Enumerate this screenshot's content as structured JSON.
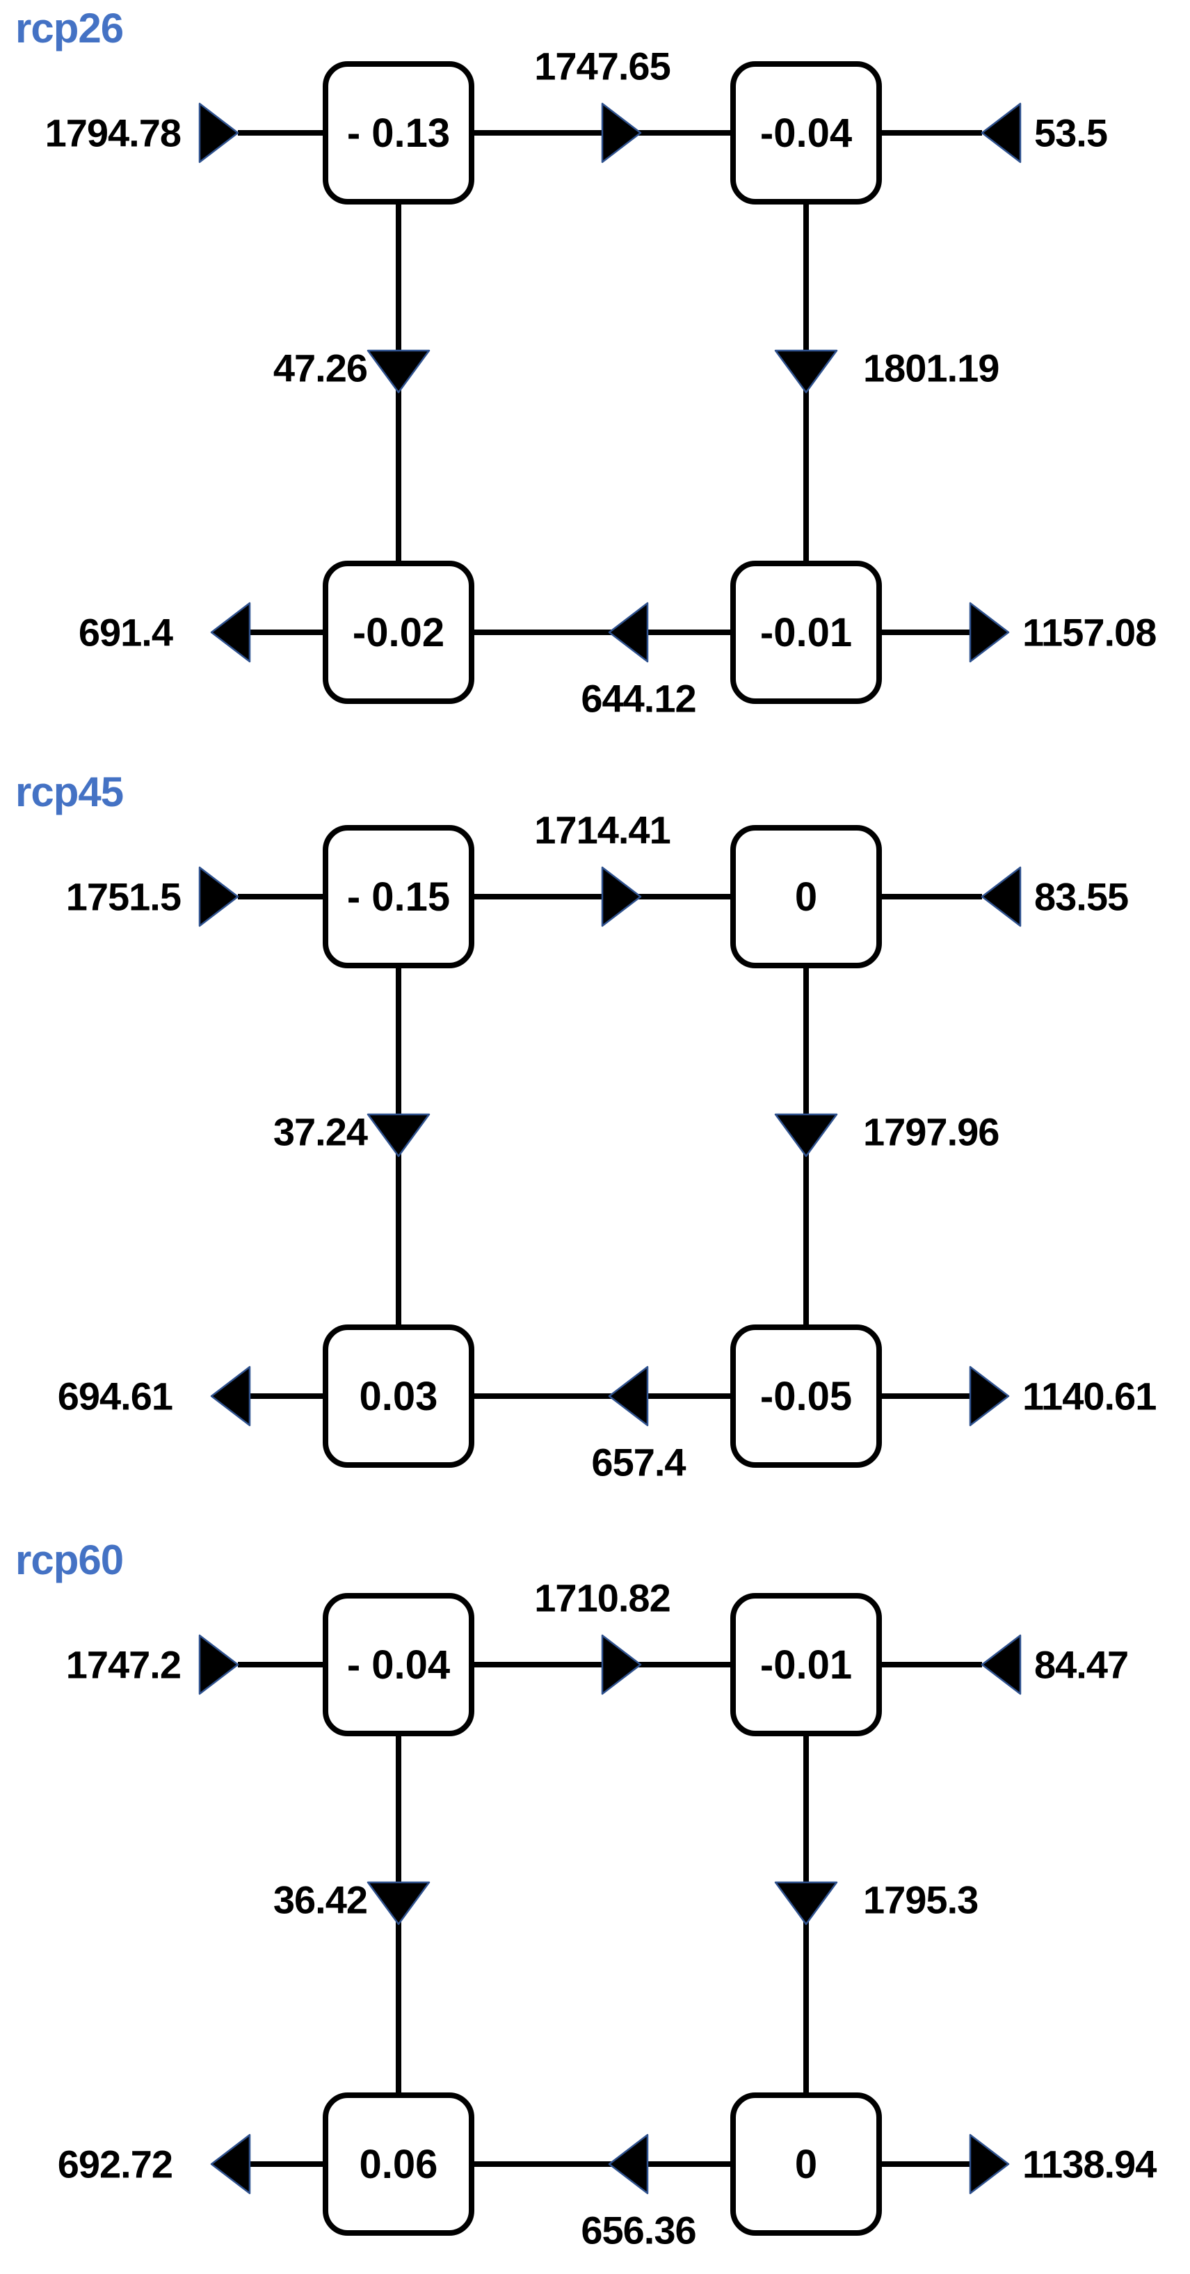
{
  "colors": {
    "title_blue": "#4472C4",
    "line_black": "#000000",
    "arrowhead_fill": "#000000",
    "arrowhead_outline": "#2F528F",
    "node_fill": "#FFFFFF"
  },
  "panels": [
    {
      "title": "rcp26",
      "nodes": {
        "top_left": "- 0.13",
        "top_right": "-0.04",
        "bottom_left": "-0.02",
        "bottom_right": "-0.01"
      },
      "edges": {
        "in_top_left": "1794.78",
        "top_mid": "1747.65",
        "in_top_right": "53.5",
        "down_left": "47.26",
        "down_right": "1801.19",
        "bottom_mid": "644.12",
        "out_bottom_left": "691.4",
        "out_bottom_right": "1157.08"
      }
    },
    {
      "title": "rcp45",
      "nodes": {
        "top_left": "- 0.15",
        "top_right": "0",
        "bottom_left": "0.03",
        "bottom_right": "-0.05"
      },
      "edges": {
        "in_top_left": "1751.5",
        "top_mid": "1714.41",
        "in_top_right": "83.55",
        "down_left": "37.24",
        "down_right": "1797.96",
        "bottom_mid": "657.4",
        "out_bottom_left": "694.61",
        "out_bottom_right": "1140.61"
      }
    },
    {
      "title": "rcp60",
      "nodes": {
        "top_left": "- 0.04",
        "top_right": "-0.01",
        "bottom_left": "0.06",
        "bottom_right": "0"
      },
      "edges": {
        "in_top_left": "1747.2",
        "top_mid": "1710.82",
        "in_top_right": "84.47",
        "down_left": "36.42",
        "down_right": "1795.3",
        "bottom_mid": "656.36",
        "out_bottom_left": "692.72",
        "out_bottom_right": "1138.94"
      }
    }
  ]
}
